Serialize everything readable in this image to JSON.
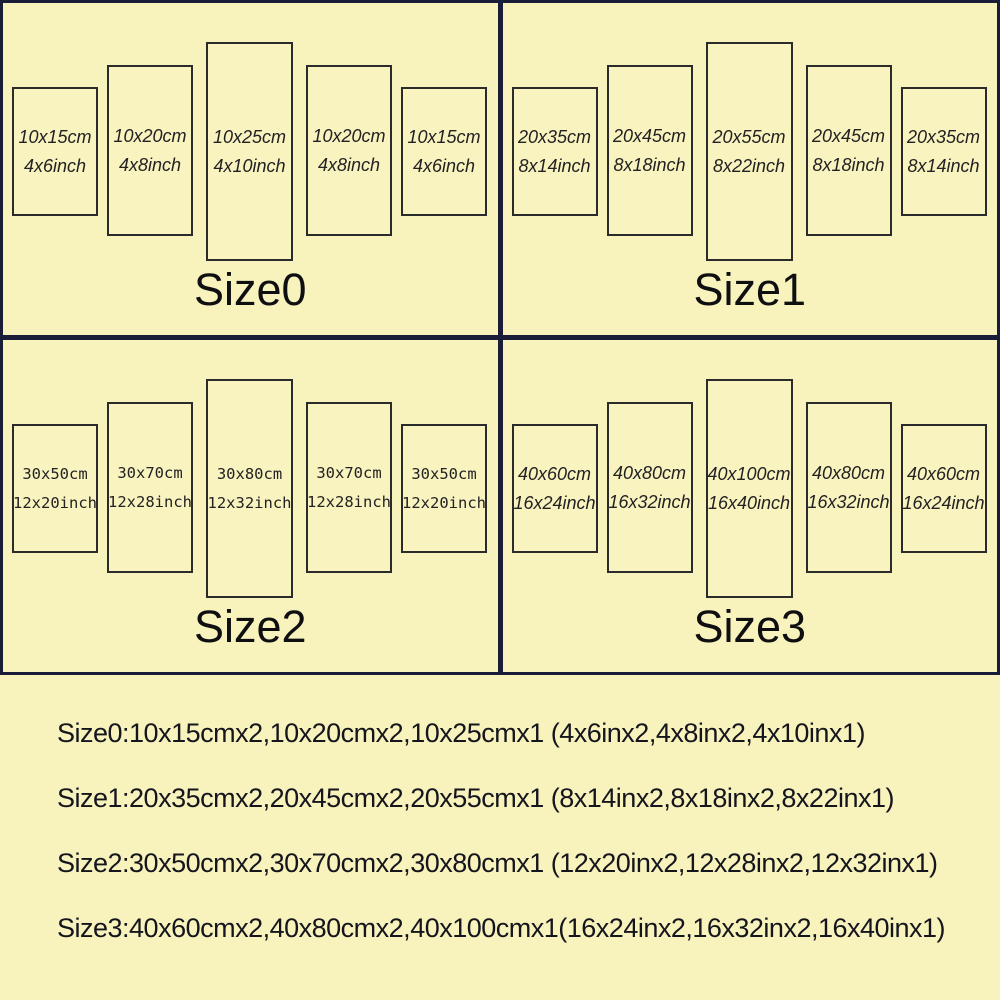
{
  "colors": {
    "background": "#f8f2bc",
    "frame": "#1a1d38",
    "panel_border": "#2b2b2b",
    "panel_text": "#222222",
    "label_text": "#0f0f12",
    "summary_text": "#15151d"
  },
  "quadrants": [
    {
      "label": "Size0",
      "panels": [
        {
          "cm": "10x15cm",
          "inch": "4x6inch"
        },
        {
          "cm": "10x20cm",
          "inch": "4x8inch"
        },
        {
          "cm": "10x25cm",
          "inch": "4x10inch"
        },
        {
          "cm": "10x20cm",
          "inch": "4x8inch"
        },
        {
          "cm": "10x15cm",
          "inch": "4x6inch"
        }
      ]
    },
    {
      "label": "Size1",
      "panels": [
        {
          "cm": "20x35cm",
          "inch": "8x14inch"
        },
        {
          "cm": "20x45cm",
          "inch": "8x18inch"
        },
        {
          "cm": "20x55cm",
          "inch": "8x22inch"
        },
        {
          "cm": "20x45cm",
          "inch": "8x18inch"
        },
        {
          "cm": "20x35cm",
          "inch": "8x14inch"
        }
      ]
    },
    {
      "label": "Size2",
      "panels": [
        {
          "cm": "30x50cm",
          "inch": "12x20inch"
        },
        {
          "cm": "30x70cm",
          "inch": "12x28inch"
        },
        {
          "cm": "30x80cm",
          "inch": "12x32inch"
        },
        {
          "cm": "30x70cm",
          "inch": "12x28inch"
        },
        {
          "cm": "30x50cm",
          "inch": "12x20inch"
        }
      ]
    },
    {
      "label": "Size3",
      "panels": [
        {
          "cm": "40x60cm",
          "inch": "16x24inch"
        },
        {
          "cm": "40x80cm",
          "inch": "16x32inch"
        },
        {
          "cm": "40x100cm",
          "inch": "16x40inch"
        },
        {
          "cm": "40x80cm",
          "inch": "16x32inch"
        },
        {
          "cm": "40x60cm",
          "inch": "16x24inch"
        }
      ]
    }
  ],
  "summary": {
    "lines": [
      "Size0:10x15cmx2,10x20cmx2,10x25cmx1 (4x6inx2,4x8inx2,4x10inx1)",
      "Size1:20x35cmx2,20x45cmx2,20x55cmx1 (8x14inx2,8x18inx2,8x22inx1)",
      "Size2:30x50cmx2,30x70cmx2,30x80cmx1 (12x20inx2,12x28inx2,12x32inx1)",
      "Size3:40x60cmx2,40x80cmx2,40x100cmx1(16x24inx2,16x32inx2,16x40inx1)"
    ]
  }
}
